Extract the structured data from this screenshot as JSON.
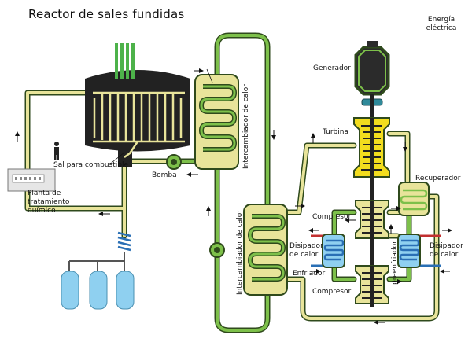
{
  "title": "Reactor de sales fundidas",
  "labels": {
    "electric_energy": "Energía\neléctrica",
    "generator": "Generador",
    "turbine": "Turbina",
    "recuperator": "Recuperador",
    "compressor_top": "Compresor",
    "compressor_bottom": "Compresor",
    "heat_sink_left": "Disipador\nde calor",
    "heat_sink_right": "Disipador\nde calor",
    "cooler": "Enfriador",
    "precooler": "preenfriador",
    "fuel_salt": "Sal para combustible",
    "pump": "Bomba",
    "chem_plant": "Planta de\ntratamiento\nquímico",
    "heat_exchanger_1": "Intercambiador de calor",
    "heat_exchanger_2": "Intercambiador de calor"
  },
  "colors": {
    "primary_loop": "#e8e49a",
    "secondary_loop": "#7dc04a",
    "loop_outline": "#2f4a1c",
    "reactor": "#222222",
    "turbine": "#f2dd1e",
    "storage_tank": "#8fd0f0",
    "cooling_water": "#2a6fb5",
    "hot_water": "#c23030"
  },
  "icons": {
    "control_rods": "control-rods-icon",
    "person": "person-silhouette-icon",
    "spring": "spring-coil-icon"
  }
}
